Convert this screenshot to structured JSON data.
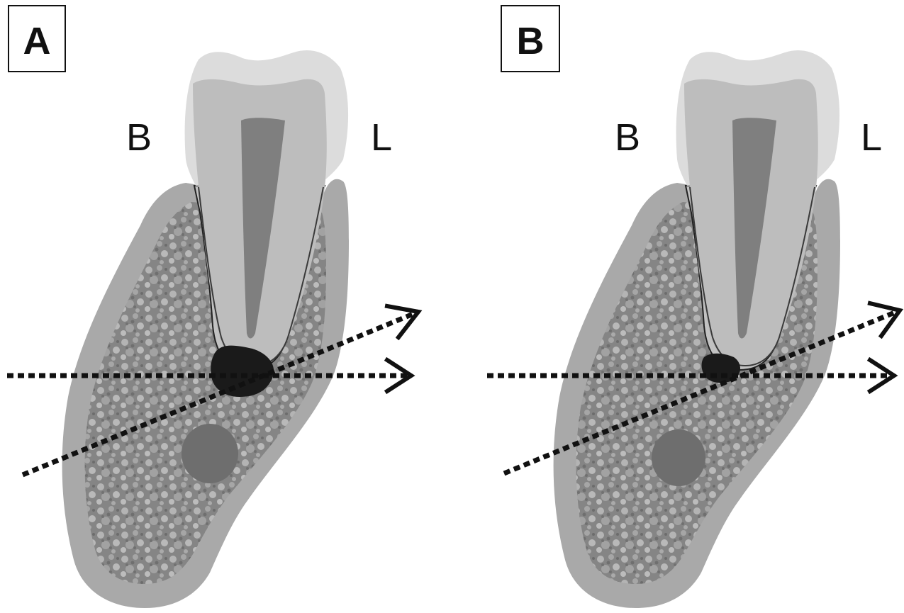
{
  "panels": [
    {
      "label": "A",
      "buccal_label": "B",
      "lingual_label": "L",
      "lesion_size": "large"
    },
    {
      "label": "B",
      "buccal_label": "B",
      "lingual_label": "L",
      "lesion_size": "small"
    }
  ],
  "colors": {
    "enamel": "#dcdcdc",
    "dentin": "#bdbdbd",
    "pulp": "#7f7f7f",
    "cortical_bone": "#a9a9a9",
    "cancellous_bone": "#8a8a8a",
    "lesion": "#1a1a1a",
    "canal": "#6e6e6e",
    "ray": "#111111"
  }
}
